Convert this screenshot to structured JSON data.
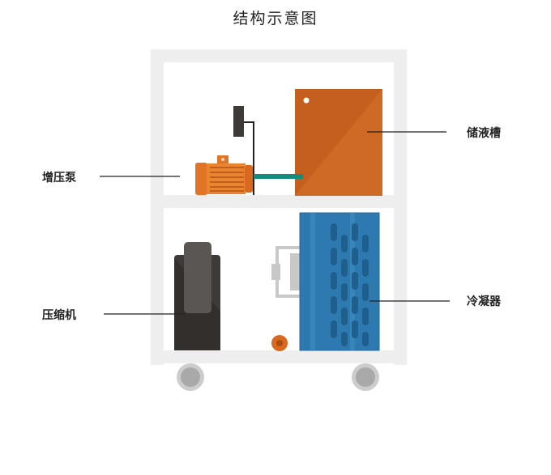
{
  "title": "结构示意图",
  "labels": {
    "booster_pump": "增压泵",
    "reservoir": "储液槽",
    "compressor": "压缩机",
    "condenser": "冷凝器"
  },
  "colors": {
    "frame": "#eeeeee",
    "reservoir": "#c45f1e",
    "pump": "#e17426",
    "compressor": "#3d3a38",
    "condenser": "#2e7ab0",
    "pipe": "#138c7c",
    "wheel": "#cccccc"
  }
}
